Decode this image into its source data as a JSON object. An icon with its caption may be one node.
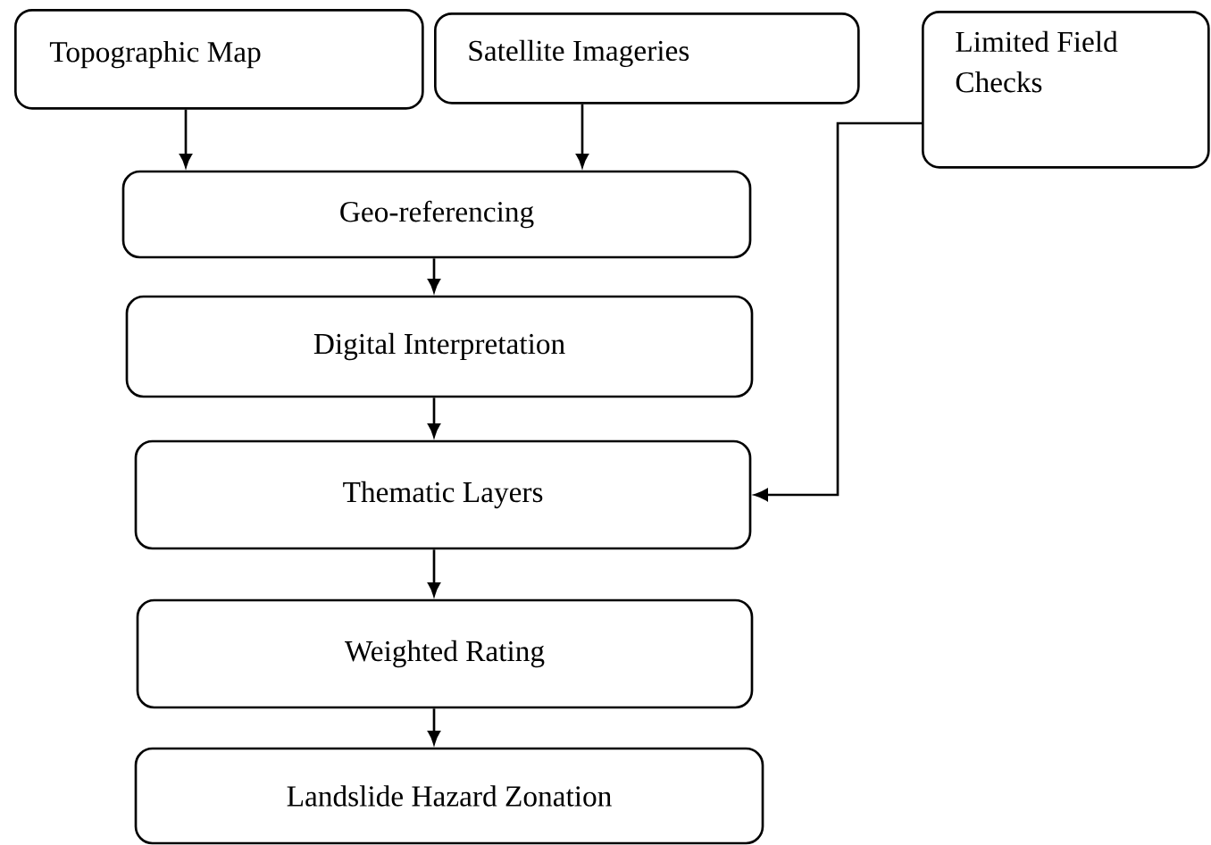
{
  "diagram": {
    "nodes": [
      {
        "text": [
          "Topographic Map"
        ]
      },
      {
        "text": [
          "Satellite Imageries"
        ]
      },
      {
        "text": [
          "Limited Field Checks"
        ]
      },
      {
        "text": [
          "Geo-referencing"
        ]
      },
      {
        "text": [
          "Digital Interpretation"
        ]
      },
      {
        "text": [
          "Thematic Layers"
        ]
      },
      {
        "text": [
          "Weighted Rating"
        ]
      },
      {
        "text": [
          "Landslide Hazard Zonation"
        ]
      }
    ],
    "edges": [
      {
        "from": 0,
        "to": 3,
        "arrow": "to"
      },
      {
        "from": 1,
        "to": 3,
        "arrow": "to"
      },
      {
        "from": 3,
        "to": 4,
        "arrow": "to"
      },
      {
        "from": 4,
        "to": 5,
        "arrow": "to"
      },
      {
        "from": 2,
        "to": 5,
        "arrow": "to"
      },
      {
        "from": 5,
        "to": 6,
        "arrow": "to"
      },
      {
        "from": 6,
        "to": 7,
        "arrow": "to"
      }
    ]
  }
}
